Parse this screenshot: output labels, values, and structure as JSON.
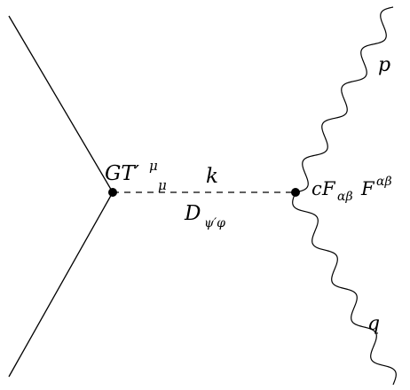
{
  "diagram": {
    "labels": {
      "vertex_left_main": "GT′",
      "vertex_left_sup": "μ",
      "vertex_left_sub": "μ",
      "momentum_k": "k",
      "propagator_main": "D",
      "propagator_sub": "ψ′φ",
      "vertex_right_c": "c",
      "vertex_right_F1": "F",
      "vertex_right_F1_sub": "αβ",
      "vertex_right_F2": "F",
      "vertex_right_F2_sup": "αβ",
      "photon_p": "p",
      "photon_q": "q"
    },
    "colors": {
      "stroke": "#000000",
      "background": "#ffffff"
    }
  }
}
